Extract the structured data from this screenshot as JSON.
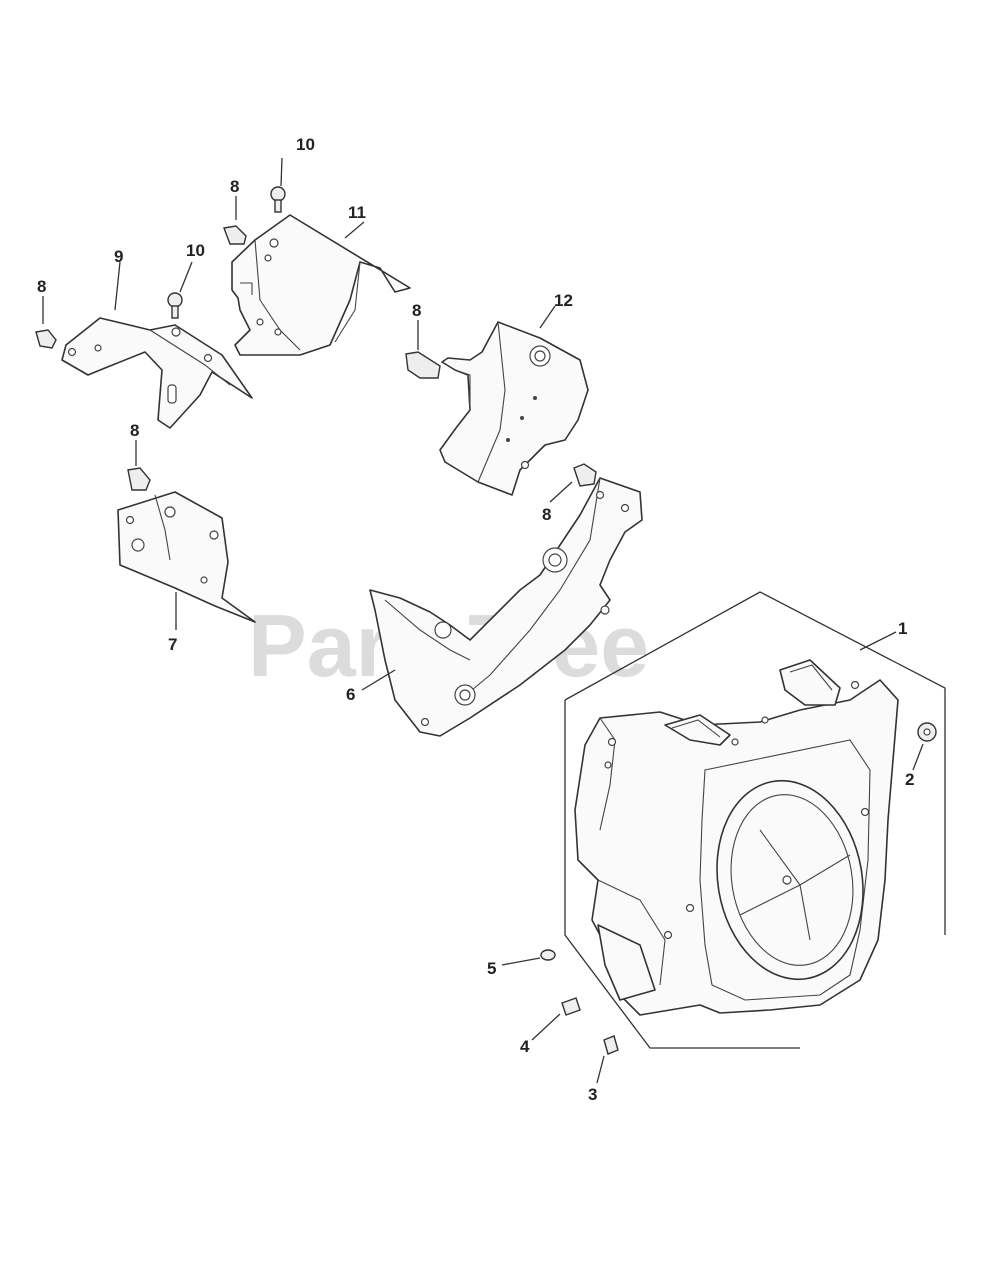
{
  "watermark": "PartsTree",
  "callouts": {
    "c1": "1",
    "c2": "2",
    "c3": "3",
    "c4": "4",
    "c5": "5",
    "c6": "6",
    "c7": "7",
    "c8a": "8",
    "c8b": "8",
    "c8c": "8",
    "c8d": "8",
    "c8e": "8",
    "c9": "9",
    "c10a": "10",
    "c10b": "10",
    "c11": "11",
    "c12": "12"
  },
  "colors": {
    "line": "#333333",
    "watermark": "#d6d6d6",
    "background": "#ffffff"
  }
}
